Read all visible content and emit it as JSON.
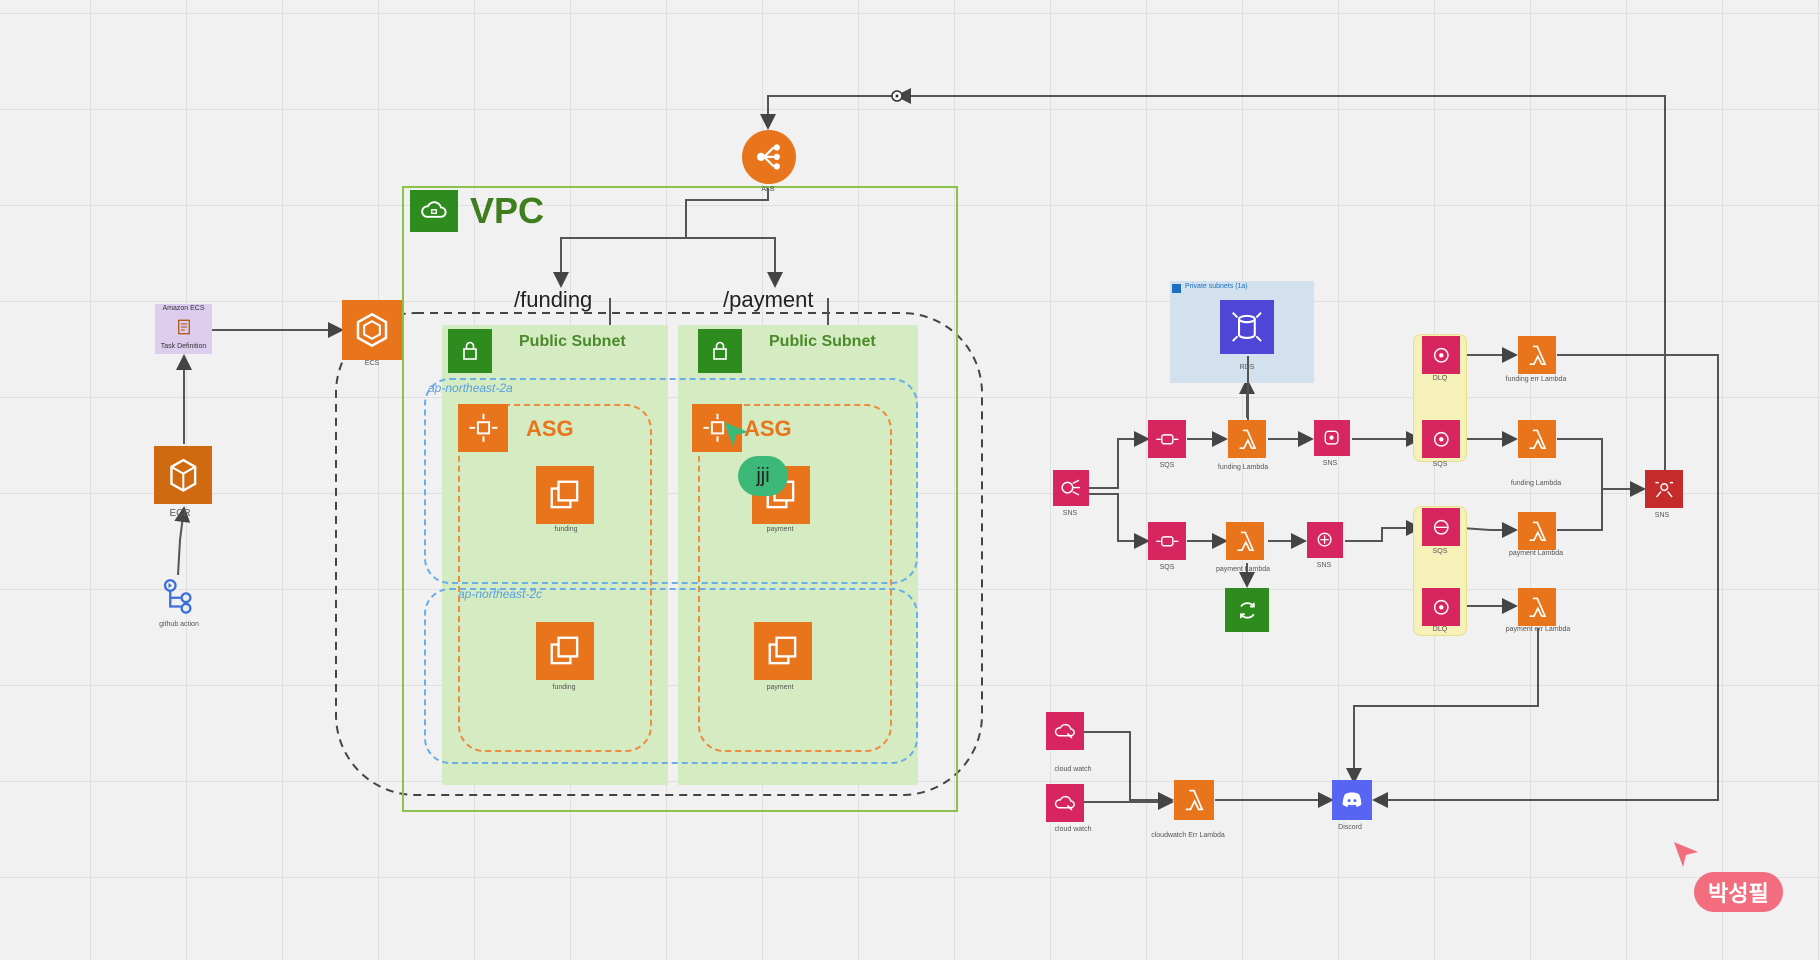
{
  "colors": {
    "orange": "#e8741c",
    "pink": "#d6255f",
    "green": "#2e8b1e",
    "purple": "#5a4fcf",
    "red": "#c62b2b",
    "discord": "#5865f2",
    "vpc_border": "#8bc34a",
    "subnet_fill": "#d5ebc2"
  },
  "vpc": {
    "title": "VPC"
  },
  "routes": {
    "funding": "/funding",
    "payment": "/payment"
  },
  "subnets": [
    {
      "title": "Public Subnet"
    },
    {
      "title": "Public Subnet"
    }
  ],
  "azs": [
    {
      "label": "ap-northeast-2a"
    },
    {
      "label": "ap-northeast-2c"
    }
  ],
  "asgs": [
    {
      "label": "ASG"
    },
    {
      "label": "ASG"
    }
  ],
  "instances": {
    "funding_a": "funding",
    "payment_a": "payment",
    "funding_c": "funding",
    "payment_c": "payment"
  },
  "left": {
    "task_def_top": "Amazon ECS",
    "task_def_bottom": "Task Definition",
    "ecs": "ECS",
    "ecr": "ECR",
    "github": "github action"
  },
  "alb": {
    "label": "ALB"
  },
  "rds": {
    "region": "Private subnets (1a)",
    "label": "RDS"
  },
  "pipeline": {
    "sns_in": "SNS",
    "sqs_top": "SQS",
    "funding_lambda": "funding Lambda",
    "sns_top": "SNS",
    "sqs_top_right": "SQS",
    "dlq_top": "DLQ",
    "lambda_top1": "funding err Lambda",
    "lambda_top2": "funding Lambda",
    "sqs_bottom": "SQS",
    "payment_lambda": "payment Lambda",
    "sns_bottom": "SNS",
    "sqs_bottom_right": "SQS",
    "dlq_bottom": "DLQ",
    "lambda_bot1": "payment Lambda",
    "lambda_bot2": "payment err Lambda",
    "sns_out": "SNS"
  },
  "alerts": {
    "cw1": "cloud watch",
    "cw2": "cloud watch",
    "err_lambda": "cloudwatch Err Lambda",
    "discord": "Discord"
  },
  "users": {
    "cursor1": "jji",
    "cursor2": "박성필"
  },
  "icons": {
    "alb": "load-balancer-icon",
    "ecs": "ecs-icon",
    "ecr": "ecr-icon",
    "ec2": "ec2-instances-icon",
    "lambda": "lambda-icon",
    "sqs": "sqs-icon",
    "sns": "sns-icon",
    "rds": "rds-icon",
    "discord": "discord-icon",
    "cloudwatch": "cloudwatch-icon"
  }
}
